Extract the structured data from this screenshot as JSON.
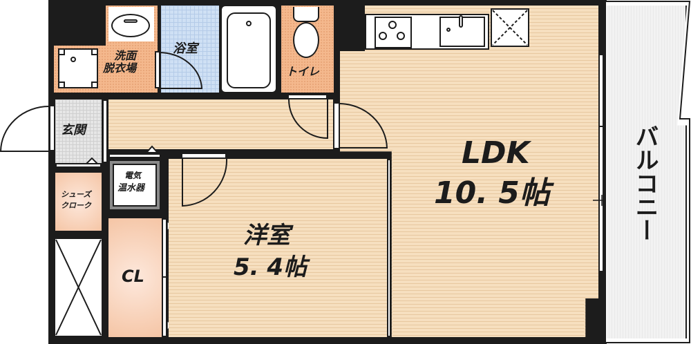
{
  "floorplan": {
    "rooms": {
      "washroom": {
        "label_line1": "洗面",
        "label_line2": "脱衣場"
      },
      "bathroom": {
        "label": "浴室"
      },
      "toilet": {
        "label": "トイレ"
      },
      "entrance": {
        "label": "玄関"
      },
      "water_heater": {
        "label_line1": "電気",
        "label_line2": "温水器"
      },
      "shoe_closet": {
        "label_line1": "シューズ",
        "label_line2": "クローク"
      },
      "closet": {
        "label": "CL"
      },
      "western_room": {
        "label": "洋室",
        "size": "5. 4帖"
      },
      "ldk": {
        "label": "LDK",
        "size": "10. 5帖"
      },
      "balcony": {
        "label": "バルコニー"
      }
    },
    "colors": {
      "wall": "#1c1c1c",
      "floor": "#f6dfbf",
      "wet_area": "#f4b88d",
      "bath_tile": "#cfe0f4",
      "entrance_tile": "#e6e6e6",
      "balcony": "#f2f2f2"
    }
  }
}
